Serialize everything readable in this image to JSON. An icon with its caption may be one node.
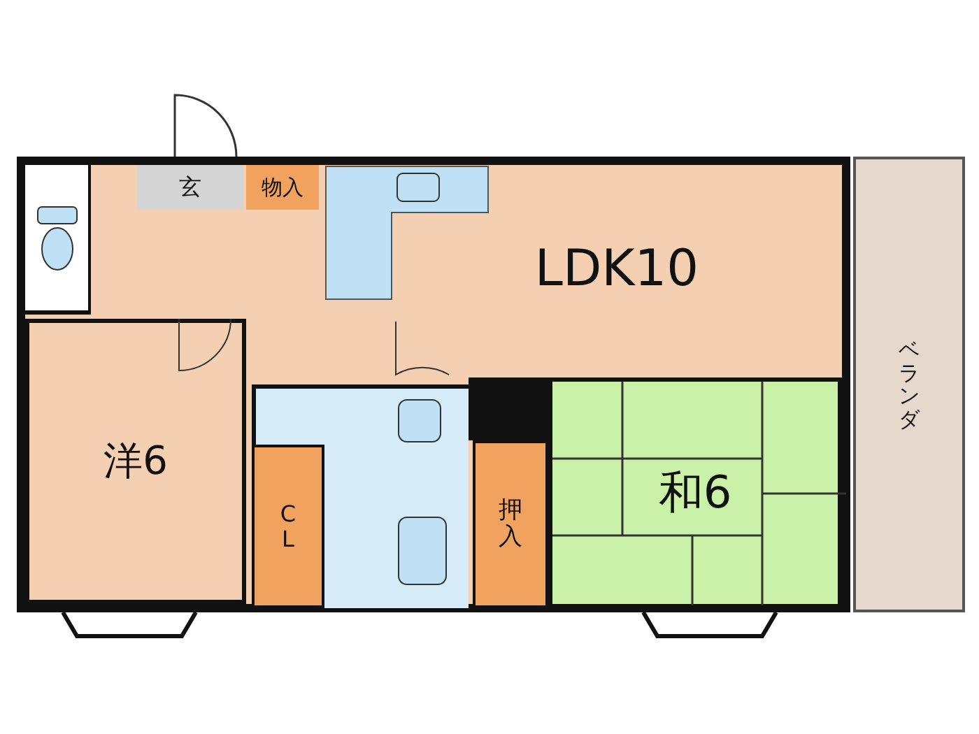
{
  "diagram": {
    "nodes": [
      {
        "text": [
          "玄"
        ]
      },
      {
        "text": [
          "物入"
        ]
      },
      {
        "text": [
          "LDK10"
        ]
      },
      {
        "text": [
          "ベランダ"
        ]
      },
      {
        "text": [
          "洋6"
        ]
      },
      {
        "text": [
          "CL"
        ]
      },
      {
        "text": [
          "押入"
        ]
      },
      {
        "text": [
          "和6"
        ]
      }
    ]
  }
}
